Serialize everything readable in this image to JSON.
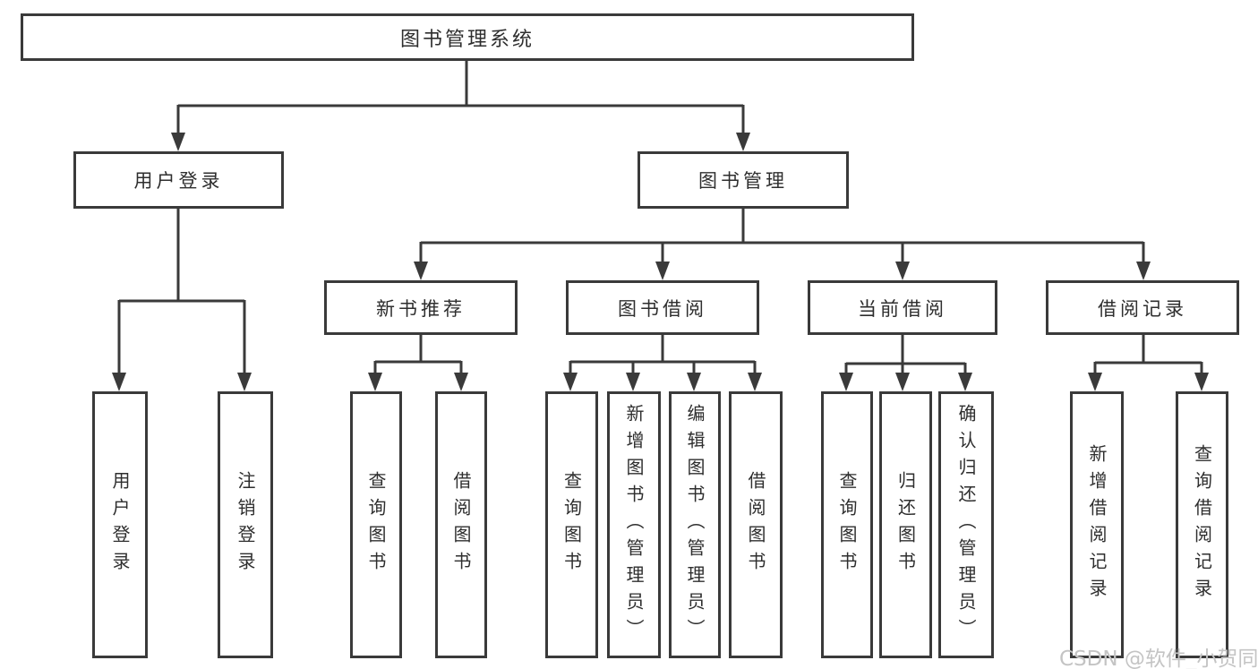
{
  "tree": {
    "root": {
      "label": "图书管理系统"
    },
    "branches": [
      {
        "label": "用户登录",
        "children": [
          {
            "label": "用户登录"
          },
          {
            "label": "注销登录"
          }
        ]
      },
      {
        "label": "图书管理",
        "children": [
          {
            "label": "新书推荐",
            "children": [
              {
                "label": "查询图书"
              },
              {
                "label": "借阅图书"
              }
            ]
          },
          {
            "label": "图书借阅",
            "children": [
              {
                "label": "查询图书"
              },
              {
                "label": "新增图书（管理员）"
              },
              {
                "label": "编辑图书（管理员）"
              },
              {
                "label": "借阅图书"
              }
            ]
          },
          {
            "label": "当前借阅",
            "children": [
              {
                "label": "查询图书"
              },
              {
                "label": "归还图书"
              },
              {
                "label": "确认归还（管理员）"
              }
            ]
          },
          {
            "label": "借阅记录",
            "children": [
              {
                "label": "新增借阅记录"
              },
              {
                "label": "查询借阅记录"
              }
            ]
          }
        ]
      }
    ]
  },
  "watermark": {
    "text": "CSDN @软件_小贺同学"
  },
  "colors": {
    "line": "#3a3a3a",
    "text": "#2e2e2e",
    "watermark": "#c4c4c4",
    "background": "#ffffff"
  }
}
